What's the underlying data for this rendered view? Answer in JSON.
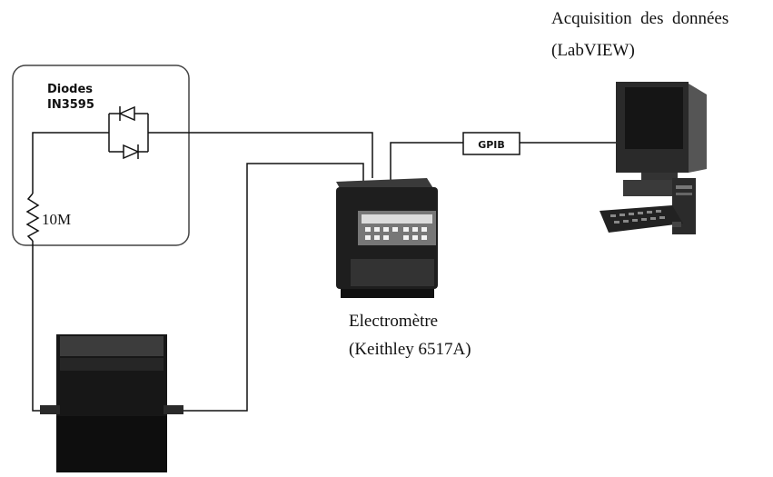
{
  "diodes_box": {
    "title": "Diodes",
    "model": "IN3595"
  },
  "resistor": {
    "value": "10M"
  },
  "bus": {
    "label": "GPIB"
  },
  "electrometer": {
    "line1": "Electromètre",
    "line2": "(Keithley 6517A)"
  },
  "acquisition": {
    "line1": "Acquisition  des  données",
    "line2": "(LabVIEW)"
  }
}
